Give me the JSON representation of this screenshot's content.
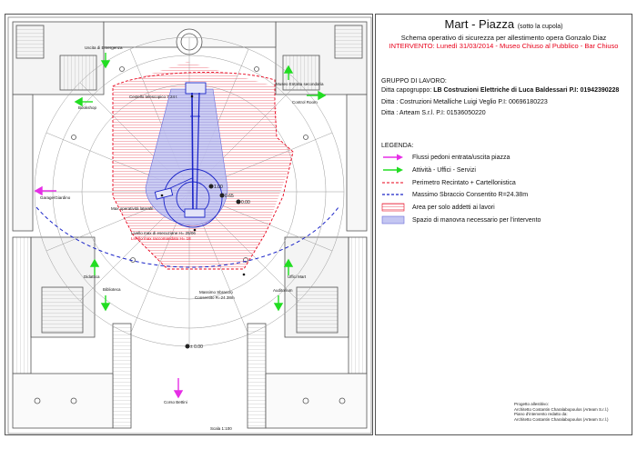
{
  "header": {
    "title": "Mart - Piazza",
    "title_note": "(sotto la cupola)",
    "subtitle": "Schema operativo di sicurezza per allestimento opera Gonzalo Diaz",
    "intervention": "INTERVENTO: Lunedì 31/03/2014 - Museo Chiuso al Pubblico - Bar Chiuso"
  },
  "work_group": {
    "heading": "GRUPPO DI LAVORO:",
    "lead_prefix": "Ditta capogruppo: ",
    "lead_name": "LB Costruzioni Elettriche di Luca Baldessari P.I: 01942390228",
    "firm2": "Ditta : Costruzioni Metalliche Luigi Veglio P.I: 00696180223",
    "firm3": "Ditta : Arteam S.r.l. P.I: 01536050220"
  },
  "legend": {
    "heading": "LEGENDA:",
    "items": [
      {
        "label": "Flussi pedoni entrata/uscita piazza",
        "kind": "magenta-arrow",
        "color": "#e62ee6"
      },
      {
        "label": "Attività - Uffici - Servizi",
        "kind": "green-arrow",
        "color": "#22dd22"
      },
      {
        "label": "Perimetro Recintato + Cartellonistica",
        "kind": "red-dashed",
        "color": "#e8001a"
      },
      {
        "label": "Massimo Sbraccio Consentito R=24.38m",
        "kind": "blue-dashed",
        "color": "#1a24c8"
      },
      {
        "label": "Area per solo addetti ai lavori",
        "kind": "red-hatch",
        "color": "#f4b6bc"
      },
      {
        "label": "Spazio di manovra necessario per l'intervento",
        "kind": "blue-hatch",
        "color": "#b4b6ee"
      }
    ]
  },
  "credits": {
    "line1": "Progetto allestitivo:",
    "line2": "Architetto Costantin Charalabopoulos (Arteam S.r.l.)",
    "line3": "Piano d'intervento redatto da:",
    "line4": "Architetto Costantin Charalabopoulos (Arteam S.r.l.)"
  },
  "plan": {
    "labels": {
      "uscita": "Uscita di Emergenza",
      "bookshop": "Bookshop",
      "garage": "Garage/Giardino",
      "museo": "Museo Entrata secondaria",
      "control": "Control Room",
      "didattica": "Didattica",
      "biblioteca": "Biblioteca",
      "uffici": "Uffici Mart",
      "auditorium": "Auditorium",
      "corso": "Corso Bettini",
      "cestello": "Cestello telescopico 7.24 t",
      "mast": "Max operatività laterale",
      "livello_max": "Livello max di esecuzione H= 25/06",
      "livello_min": "Livello max raccomandato H= 18",
      "sbraccio": "Massimo Sbraccio",
      "consentito": "Consentito R=24.38m",
      "lev1": "1.00",
      "lev2": "0.65",
      "lev3": "0.00",
      "lev4": "± 0.00",
      "scale": "Scala 1:100"
    }
  }
}
